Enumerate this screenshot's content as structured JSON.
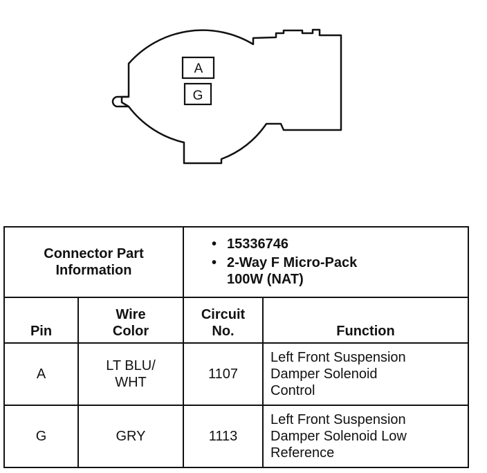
{
  "connector": {
    "cavity_labels": [
      "A",
      "G"
    ]
  },
  "table": {
    "part_info_title": [
      "Connector Part",
      "Information"
    ],
    "part_info": [
      {
        "bullet": "•",
        "lines": [
          "15336746"
        ]
      },
      {
        "bullet": "•",
        "lines": [
          "2-Way F Micro-Pack",
          "100W (NAT)"
        ]
      }
    ],
    "headers": {
      "pin": "Pin",
      "wire_color": [
        "Wire",
        "Color"
      ],
      "circuit": [
        "Circuit",
        "No."
      ],
      "function": "Function"
    },
    "rows": [
      {
        "pin": "A",
        "wire_color": [
          "LT BLU/",
          "WHT"
        ],
        "circuit": "1107",
        "function": [
          "Left Front Suspension",
          "Damper Solenoid",
          "Control"
        ]
      },
      {
        "pin": "G",
        "wire_color": [
          "GRY"
        ],
        "circuit": "1113",
        "function": [
          "Left Front Suspension",
          "Damper Solenoid Low",
          "Reference"
        ]
      }
    ]
  }
}
